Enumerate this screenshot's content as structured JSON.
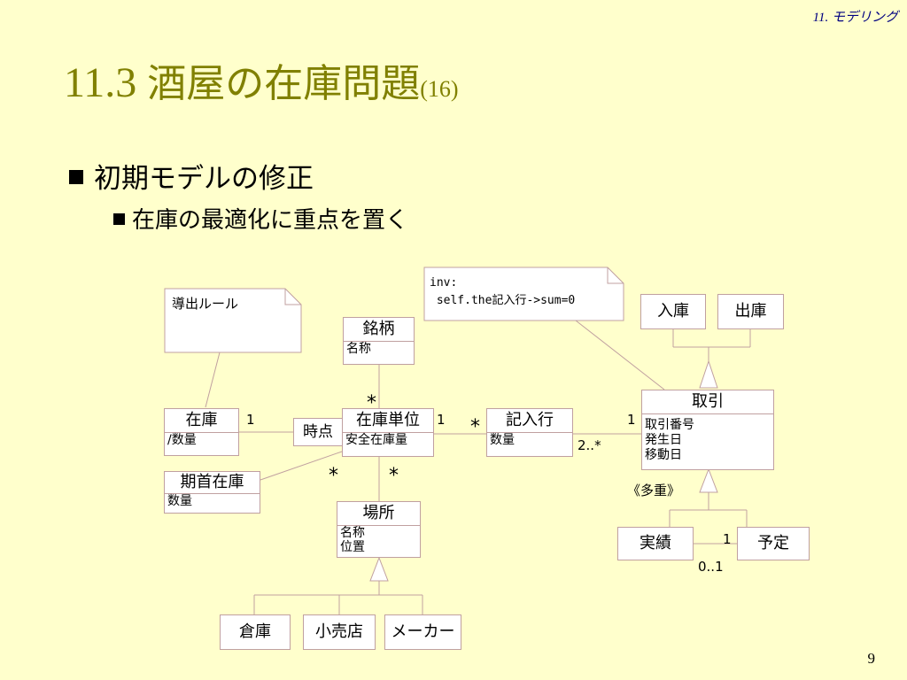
{
  "header": {
    "chapter": "11. モデリング"
  },
  "title": {
    "number": "11.3",
    "main": "酒屋の在庫問題",
    "suffix": "(16)"
  },
  "bullets": {
    "level1": "初期モデルの修正",
    "level2": "在庫の最適化に重点を置く"
  },
  "notes": {
    "derivation": "導出ルール",
    "constraint_line1": "inv:",
    "constraint_line2": " self.the記入行->sum=0"
  },
  "classes": {
    "brand": {
      "name": "銘柄",
      "attrs": [
        "名称"
      ]
    },
    "stock": {
      "name": "在庫",
      "attrs": [
        "/数量"
      ]
    },
    "opening_stock": {
      "name": "期首在庫",
      "attrs": [
        "数量"
      ]
    },
    "stock_unit": {
      "name": "在庫単位",
      "attrs": [
        "安全在庫量"
      ]
    },
    "entry_line": {
      "name": "記入行",
      "attrs": [
        "数量"
      ]
    },
    "transaction": {
      "name": "取引",
      "attrs": [
        "取引番号",
        "発生日",
        "移動日"
      ]
    },
    "place": {
      "name": "場所",
      "attrs": [
        "名称",
        "位置"
      ]
    },
    "receipt": {
      "name": "入庫"
    },
    "shipment": {
      "name": "出庫"
    },
    "actual": {
      "name": "実績"
    },
    "plan": {
      "name": "予定"
    },
    "warehouse": {
      "name": "倉庫"
    },
    "retail": {
      "name": "小売店"
    },
    "maker": {
      "name": "メーカー"
    }
  },
  "qualifier": "時点",
  "multiplicities": {
    "stock_one": "1",
    "unit_entry_one": "1",
    "unit_entry_many": "*",
    "entry_trans_one": "1",
    "entry_trans_many": "2..*",
    "brand_many": "*",
    "place_many_left": "*",
    "place_many_right": "*",
    "actual_plan_one": "1",
    "actual_plan_opt": "0..1"
  },
  "stereotype": "《多重》",
  "page_number": "9",
  "colors": {
    "background": "#FFFFCC",
    "title": "#808000",
    "line": "#C0A0A0"
  }
}
